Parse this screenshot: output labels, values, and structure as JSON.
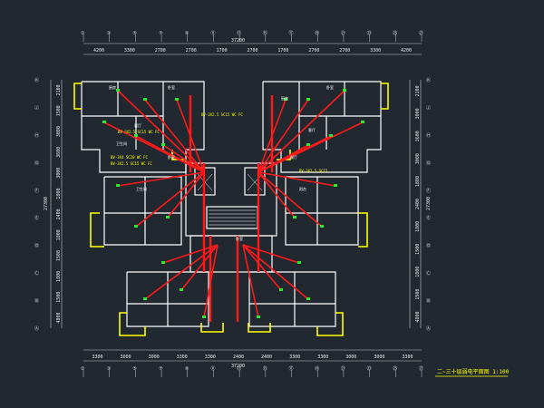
{
  "colors": {
    "background": "#212830",
    "wall": "#ffffff",
    "balcony": "#ffff00",
    "wiring": "#ff1a1a",
    "fixture": "#2ee82e",
    "grid": "#c8c8c8"
  },
  "top_dims": {
    "total": "37200",
    "segments": [
      "4200",
      "3300",
      "2700",
      "2700",
      "1700",
      "2700",
      "1700",
      "2700",
      "2700",
      "3300",
      "4200"
    ]
  },
  "bottom_dims": {
    "total": "37200",
    "segments": [
      "3300",
      "3000",
      "3000",
      "3300",
      "3300",
      "2400",
      "2400",
      "3300",
      "3300",
      "3000",
      "3000",
      "3300"
    ]
  },
  "left_dims": {
    "total": "27300",
    "segments": [
      "2100",
      "1500",
      "3000",
      "3600",
      "3000",
      "1800",
      "2400",
      "1800",
      "1500",
      "1800",
      "1500",
      "4800"
    ]
  },
  "right_dims": {
    "total": "27300",
    "segments": [
      "2100",
      "3000",
      "3600",
      "3000",
      "1800",
      "2400",
      "1800",
      "1500",
      "1800",
      "1500",
      "4800"
    ]
  },
  "top_axes": [
    "①",
    "③",
    "⑤",
    "⑦",
    "⑨",
    "⑪",
    "⑬",
    "⑮",
    "⑰",
    "⑲",
    "㉑",
    "㉓",
    "㉕",
    "㉗"
  ],
  "bottom_axes": [
    "①",
    "③",
    "⑤",
    "⑦",
    "⑨",
    "⑪",
    "⑬",
    "⑮",
    "⑰",
    "⑲",
    "㉑",
    "㉓",
    "㉕",
    "㉗"
  ],
  "left_axes": [
    "Ⓚ",
    "Ⓙ",
    "Ⓗ",
    "Ⓖ",
    "Ⓕ",
    "Ⓔ",
    "Ⓓ",
    "Ⓒ",
    "Ⓑ",
    "Ⓐ"
  ],
  "right_axes": [
    "Ⓚ",
    "Ⓙ",
    "Ⓗ",
    "Ⓖ",
    "Ⓕ",
    "Ⓔ",
    "Ⓓ",
    "Ⓒ",
    "Ⓑ",
    "Ⓐ"
  ],
  "rooms": [
    "厨房",
    "卧室",
    "客厅",
    "卫生间",
    "卧室",
    "厨房",
    "客厅",
    "餐厅",
    "卧室",
    "卫生间",
    "阳台",
    "卧室"
  ],
  "notes": [
    "BV-3X2.5 SC15 WC FC",
    "BV-3X2.5 SC15 WC FC",
    "BV-3X4 SC20 WC FC",
    "BV-3X2.5 SC15 WC FC",
    "BV-3X2.5 SC15"
  ],
  "drawing_title": "二~三十层弱电平面图 1:100"
}
